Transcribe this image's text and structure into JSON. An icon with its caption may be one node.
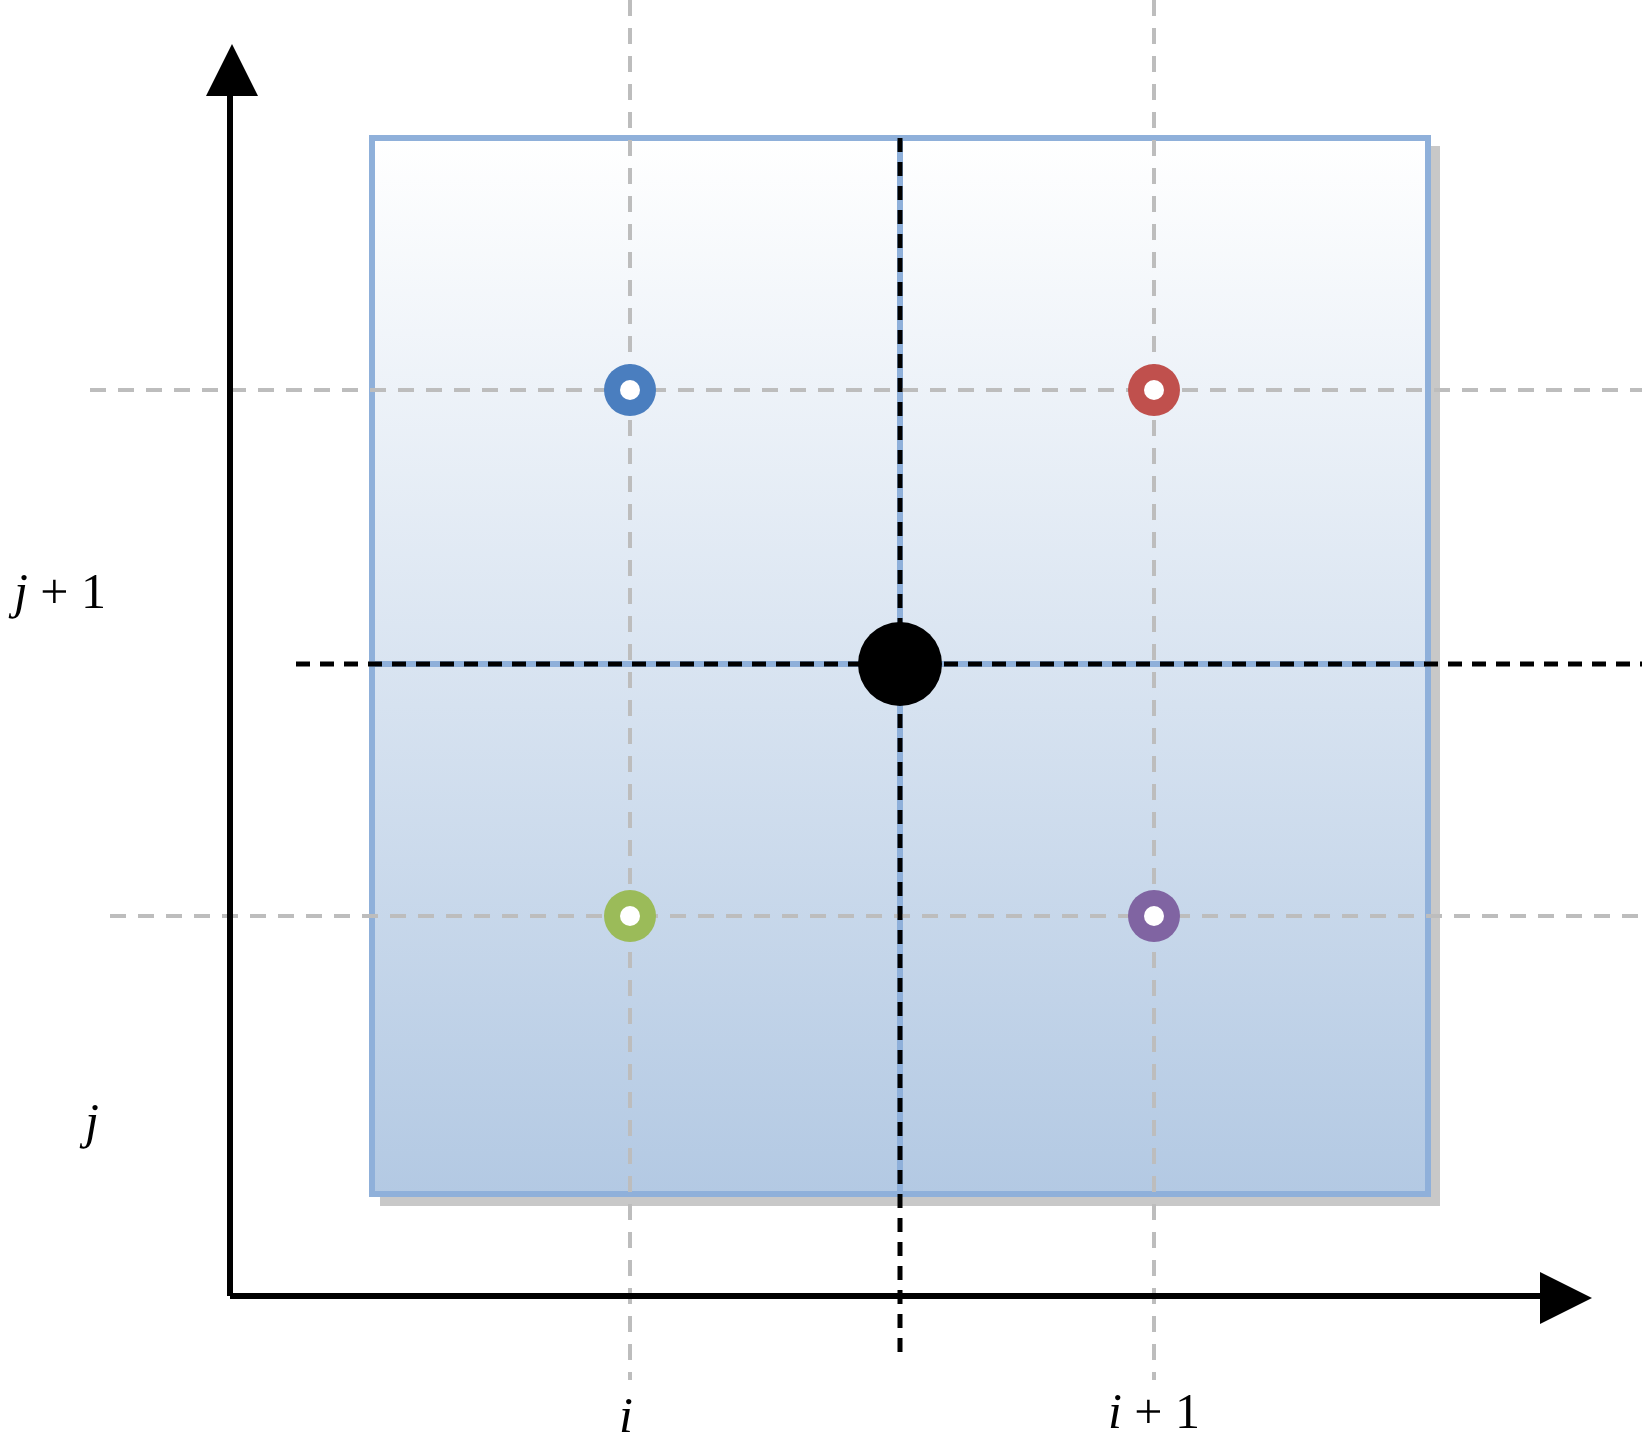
{
  "diagram": {
    "labels": [
      "*j* + 1",
      "j",
      "i",
      "*i* + 1"
    ]
  }
}
